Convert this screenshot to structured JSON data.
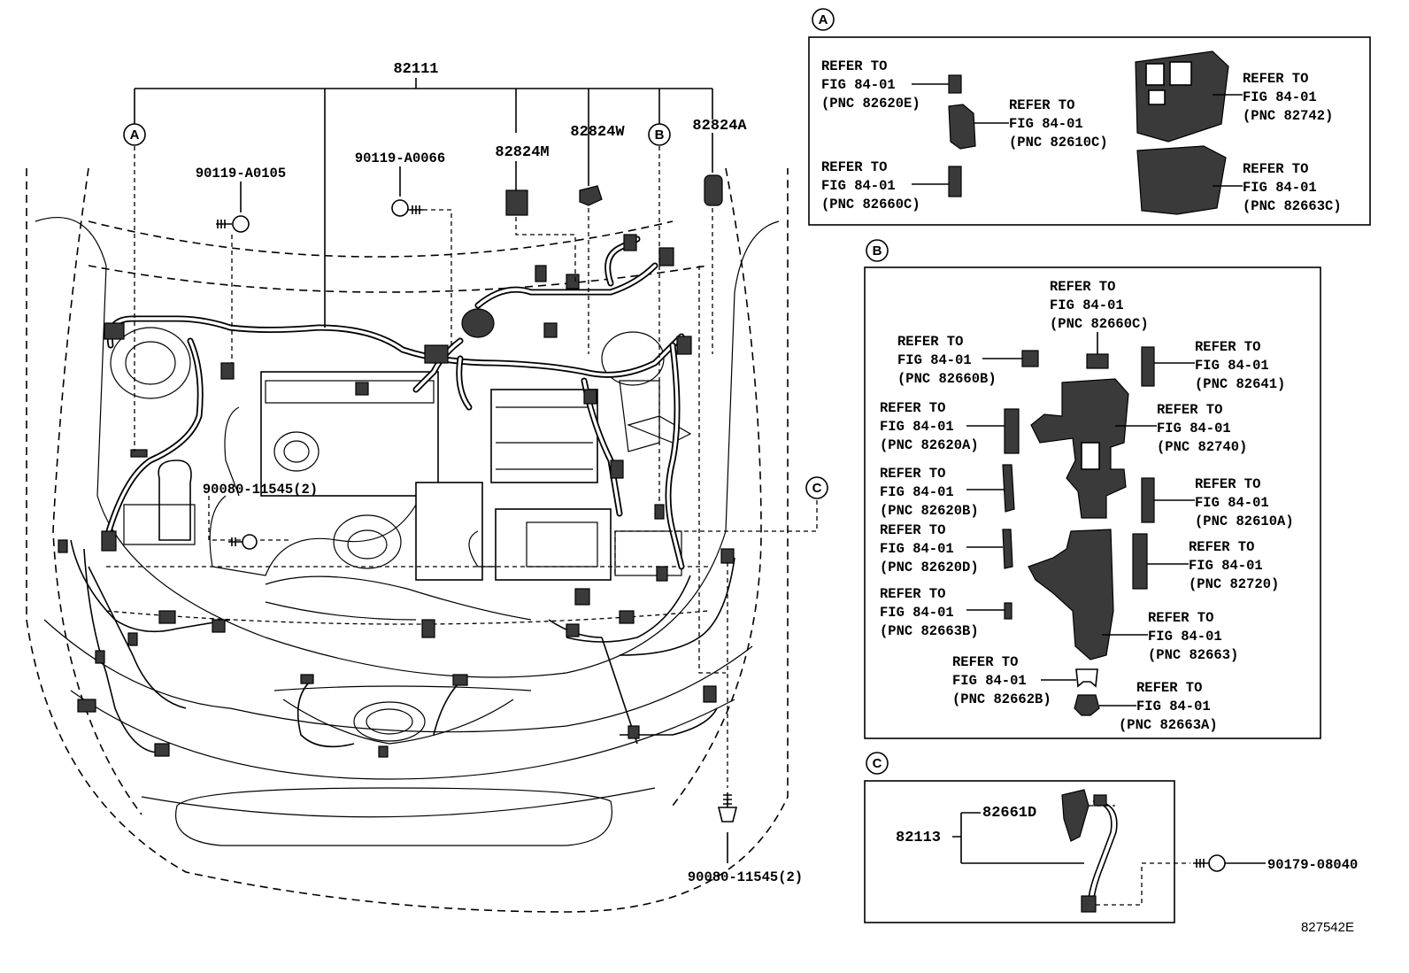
{
  "main": {
    "harness": "82111",
    "parts": {
      "bolt_upper_left": "90119-A0105",
      "bolt_upper_mid": "90119-A0066",
      "p_82824M": "82824M",
      "p_82824W": "82824W",
      "p_82824A": "82824A",
      "bolt_inner": "90080-11545(2)",
      "bolt_lower": "90080-11545(2)"
    },
    "callouts": {
      "a": "A",
      "b": "B",
      "c": "C"
    }
  },
  "panel_a": {
    "tag": "A",
    "items": [
      {
        "l1": "REFER TO",
        "l2": "FIG 84-01",
        "l3": "(PNC 82620E)"
      },
      {
        "l1": "REFER TO",
        "l2": "FIG 84-01",
        "l3": "(PNC 82610C)"
      },
      {
        "l1": "REFER TO",
        "l2": "FIG 84-01",
        "l3": "(PNC 82660C)"
      },
      {
        "l1": "REFER TO",
        "l2": "FIG 84-01",
        "l3": "(PNC 82742)"
      },
      {
        "l1": "REFER TO",
        "l2": "FIG 84-01",
        "l3": "(PNC 82663C)"
      }
    ]
  },
  "panel_b": {
    "tag": "B",
    "items": [
      {
        "l1": "REFER TO",
        "l2": "FIG 84-01",
        "l3": "(PNC 82660C)"
      },
      {
        "l1": "REFER TO",
        "l2": "FIG 84-01",
        "l3": "(PNC 82660B)"
      },
      {
        "l1": "REFER TO",
        "l2": "FIG 84-01",
        "l3": "(PNC 82641)"
      },
      {
        "l1": "REFER TO",
        "l2": "FIG 84-01",
        "l3": "(PNC 82620A)"
      },
      {
        "l1": "REFER TO",
        "l2": "FIG 84-01",
        "l3": "(PNC 82740)"
      },
      {
        "l1": "REFER TO",
        "l2": "FIG 84-01",
        "l3": "(PNC 82620B)"
      },
      {
        "l1": "REFER TO",
        "l2": "FIG 84-01",
        "l3": "(PNC 82610A)"
      },
      {
        "l1": "REFER TO",
        "l2": "FIG 84-01",
        "l3": "(PNC 82620D)"
      },
      {
        "l1": "REFER TO",
        "l2": "FIG 84-01",
        "l3": "(PNC 82720)"
      },
      {
        "l1": "REFER TO",
        "l2": "FIG 84-01",
        "l3": "(PNC 82663B)"
      },
      {
        "l1": "REFER TO",
        "l2": "FIG 84-01",
        "l3": "(PNC 82663)"
      },
      {
        "l1": "REFER TO",
        "l2": "FIG 84-01",
        "l3": "(PNC 82662B)"
      },
      {
        "l1": "REFER TO",
        "l2": "FIG 84-01",
        "l3": "(PNC 82663A)"
      }
    ]
  },
  "panel_c": {
    "tag": "C",
    "sub_harness": "82113",
    "clamp": "82661D",
    "bolt": "90179-08040"
  },
  "figure_id": "827542E"
}
